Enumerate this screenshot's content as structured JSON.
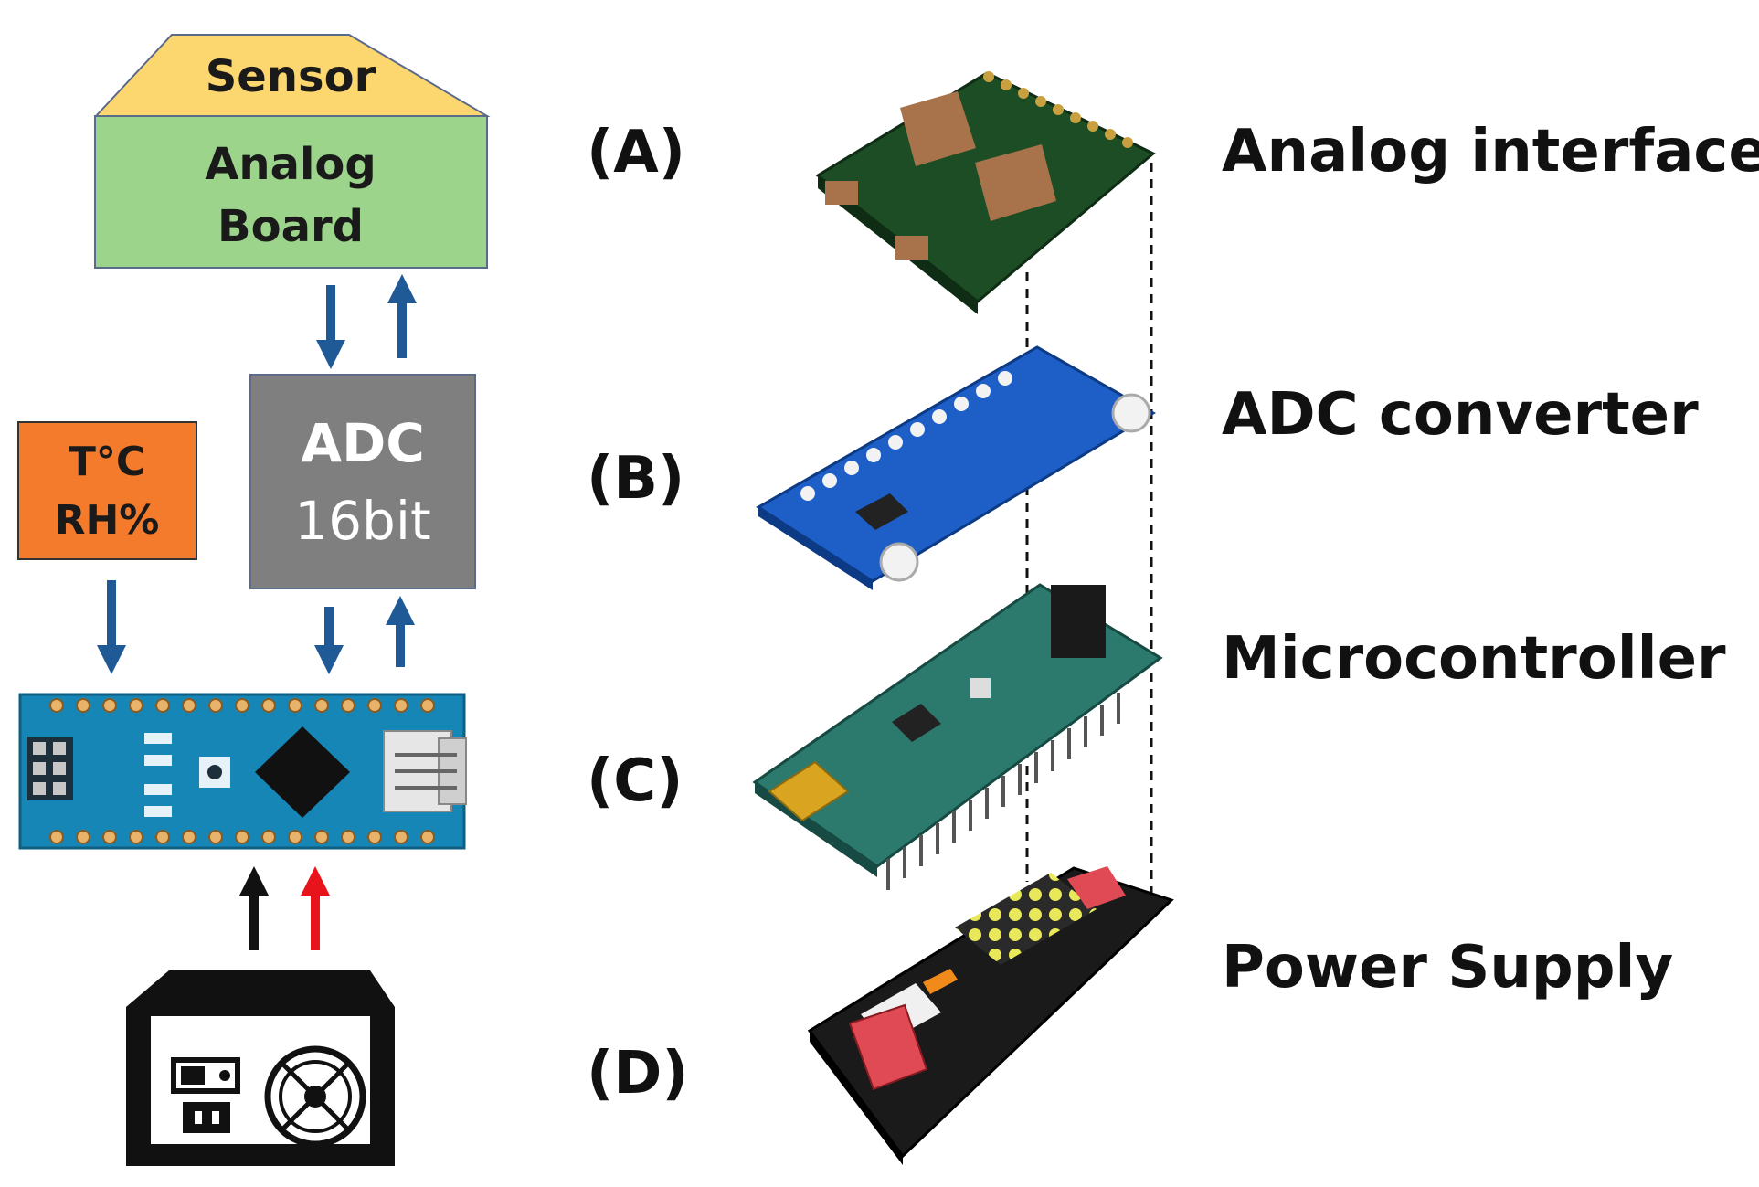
{
  "colors": {
    "sensor": "#fcd66f",
    "analog_board": "#9bd48a",
    "adc": "#7f7f7f",
    "temp_rh": "#f47b2c",
    "arrow_blue": "#1f5a97",
    "arrow_black": "#111111",
    "arrow_red": "#e8141b",
    "arduino_board": "#1586b6",
    "ads_board": "#1d5fc7",
    "nano_board": "#2c7a6e",
    "power_supply": "#1a1a1a",
    "connector": "#e04a55",
    "pcb_green": "#1d4d24"
  },
  "block_diagram": {
    "sensor_label": "Sensor",
    "analog_board_line1": "Analog",
    "analog_board_line2": "Board",
    "adc_line1": "ADC",
    "adc_line2": "16bit",
    "temp_line1": "T°C",
    "temp_line2": "RH%",
    "power_supply_icon": "power-supply-icon",
    "microcontroller_icon": "arduino-nano-icon"
  },
  "stack": {
    "layers": [
      {
        "letter": "(A)",
        "label": "Analog interface",
        "icon": "analog-pcb-icon"
      },
      {
        "letter": "(B)",
        "label": "ADC converter",
        "icon": "adc-module-icon"
      },
      {
        "letter": "(C)",
        "label": "Microcontroller",
        "icon": "nano-board-icon"
      },
      {
        "letter": "(D)",
        "label": "Power Supply",
        "icon": "psu-icon"
      }
    ]
  }
}
